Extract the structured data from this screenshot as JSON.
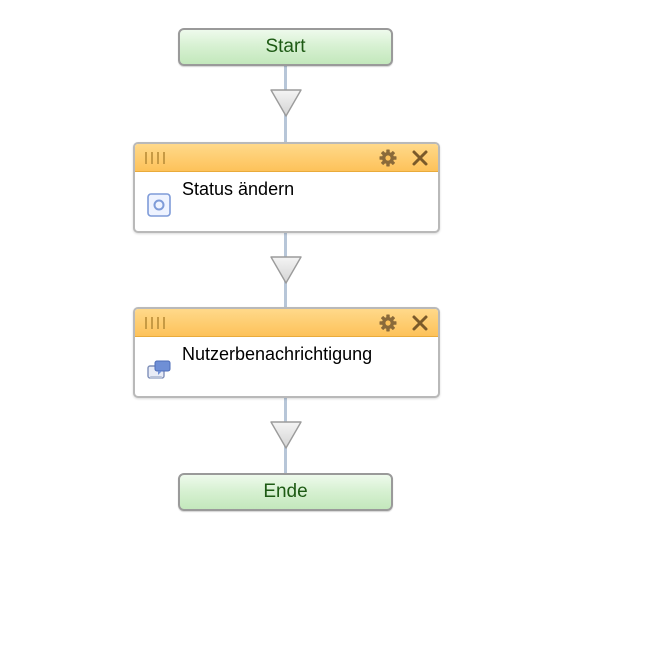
{
  "flow": {
    "start_label": "Start",
    "end_label": "Ende",
    "steps": [
      {
        "label": "Status ändern",
        "icon": "status-change-icon"
      },
      {
        "label": "Nutzerbenachrichtigung",
        "icon": "notification-icon"
      }
    ]
  },
  "colors": {
    "connector": "#b7c6d8",
    "terminal_fill": "#d8f1d3",
    "terminal_text": "#1d5a14",
    "action_header": "#fdc25a",
    "action_border": "#b9b9b9",
    "icon_blue": "#6f8fd6"
  }
}
